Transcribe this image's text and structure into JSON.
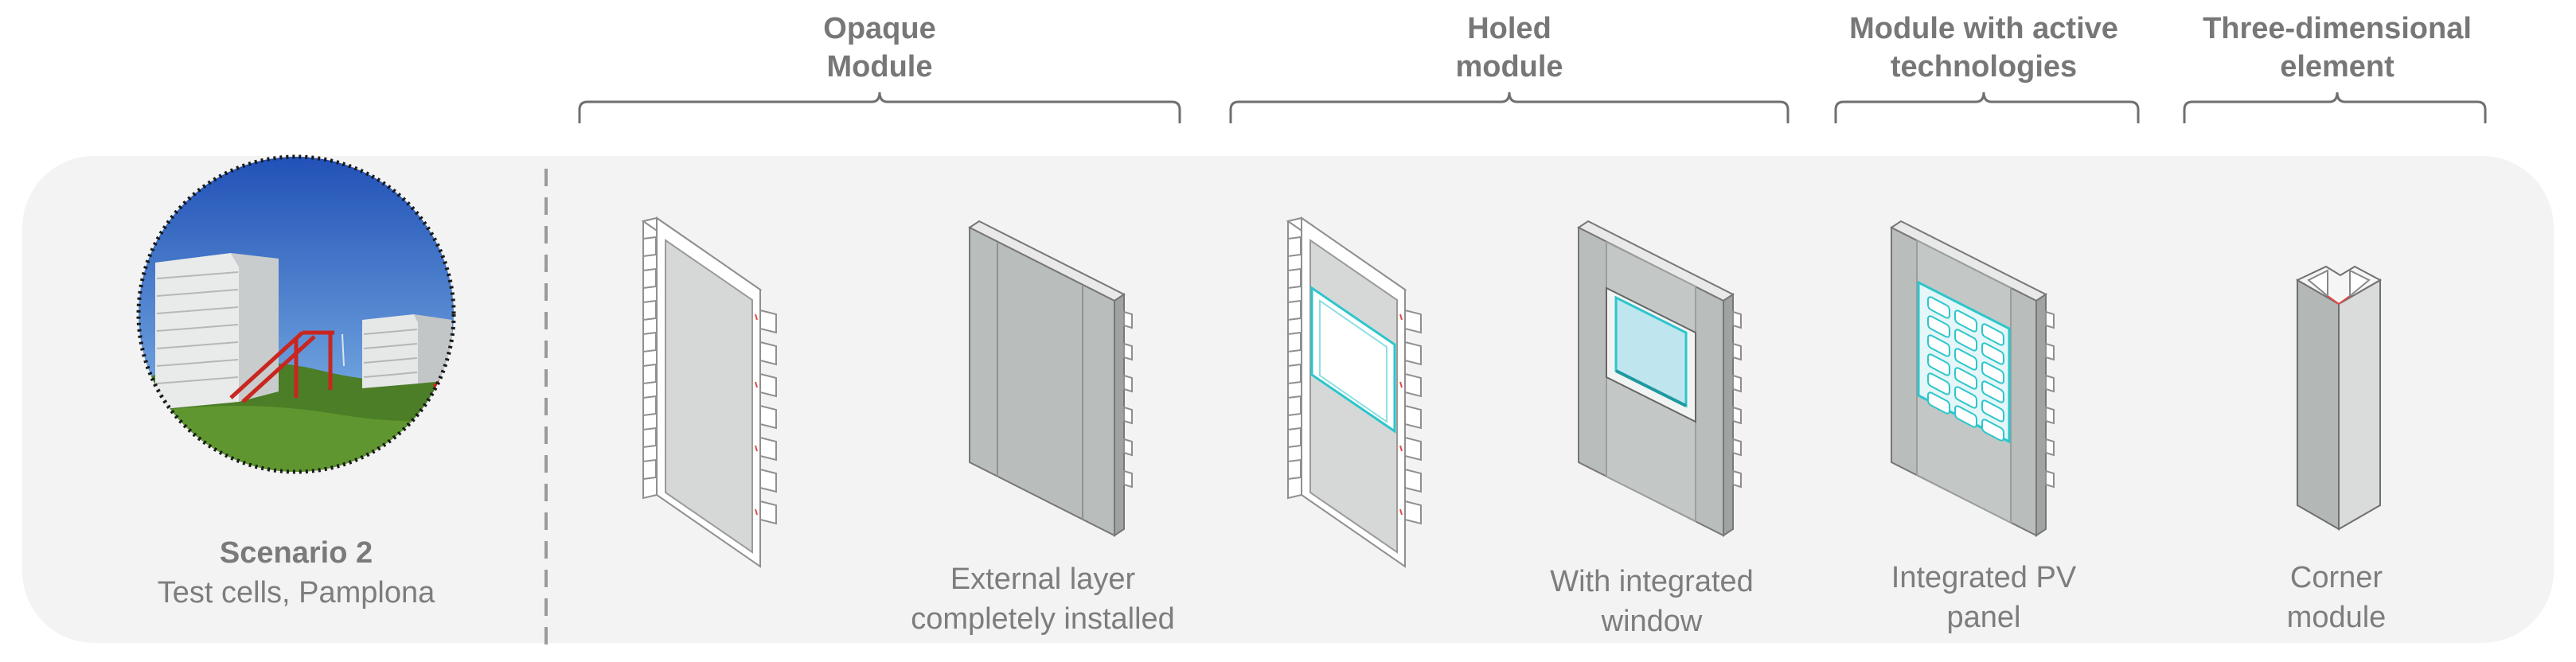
{
  "categories": [
    {
      "line1": "Opaque",
      "line2": "Module"
    },
    {
      "line1": "Holed",
      "line2": "module"
    },
    {
      "line1": "Module with active",
      "line2": "technologies"
    },
    {
      "line1": "Three-dimensional",
      "line2": "element"
    }
  ],
  "scenario": {
    "title": "Scenario 2",
    "subtitle": "Test cells, Pamplona"
  },
  "captions": {
    "external_layer": {
      "line1": "External layer",
      "line2": "completely installed"
    },
    "integrated_window": {
      "line1": "With integrated",
      "line2": "window"
    },
    "integrated_pv": {
      "line1": "Integrated PV",
      "line2": "panel"
    },
    "corner": {
      "line1": "Corner",
      "line2": "module"
    }
  },
  "colors": {
    "panel_bg": "#f3f3f3",
    "text": "#7d7d7d",
    "module_gray": "#b9bdbb",
    "glass": "#bfe6ee",
    "cyan": "#2cc6cc"
  }
}
